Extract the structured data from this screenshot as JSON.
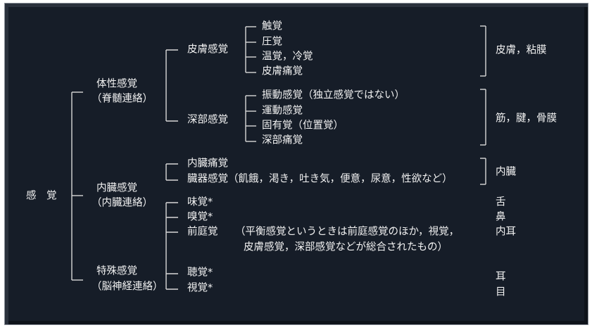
{
  "root": "感　覚",
  "somatic": {
    "title": "体性感覚",
    "sub": "（脊髄連絡）",
    "skin": {
      "label": "皮膚感覚",
      "items": [
        "触覚",
        "圧覚",
        "温覚，冷覚",
        "皮膚痛覚"
      ],
      "organ": "皮膚，粘膜"
    },
    "deep": {
      "label": "深部感覚",
      "items": [
        "振動感覚（独立感覚ではない）",
        "運動感覚",
        "固有覚（位置覚）",
        "深部痛覚"
      ],
      "organ": "筋，腱，骨膜"
    }
  },
  "visceral": {
    "title": "内臓感覚",
    "sub": "（内臓連絡）",
    "items": [
      "内臓痛覚",
      "臓器感覚（飢餓，渇き，吐き気，便意，尿意，性欲など）"
    ],
    "organ": "内臓"
  },
  "special": {
    "title": "特殊感覚",
    "sub": "（脳神経連絡）",
    "items": [
      "味覚*",
      "嗅覚*",
      "前庭覚",
      "聴覚*",
      "視覚*"
    ],
    "note_line1": "（平衡感覚というときは前庭感覚のほか，視覚，",
    "note_line2": "皮膚感覚，深部感覚などが総合されたもの）",
    "organs": [
      "舌",
      "鼻",
      "内耳",
      "耳",
      "目"
    ]
  }
}
